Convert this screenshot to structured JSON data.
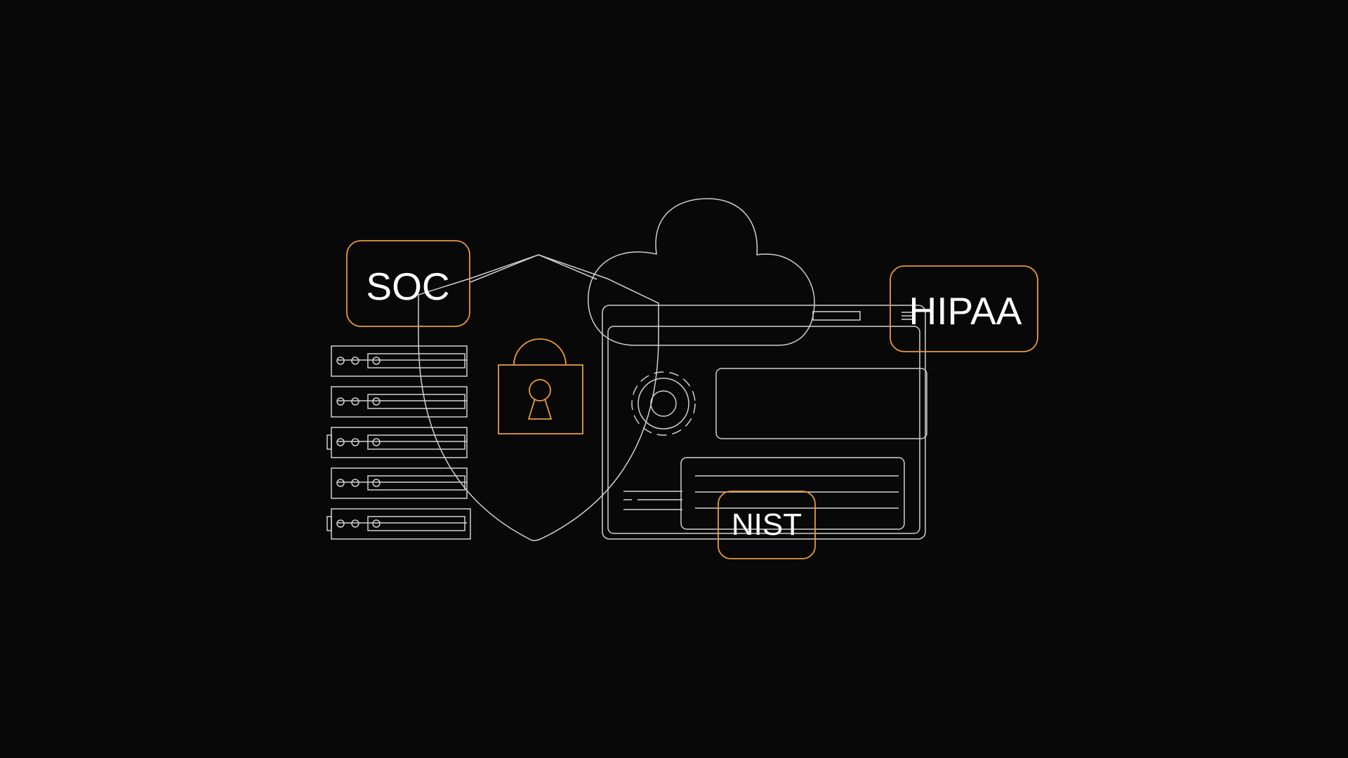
{
  "scene": {
    "background": "#080808",
    "line_color": "#cfcfcf",
    "accent_color": "#e89a3c"
  },
  "badges": {
    "soc": "SOC",
    "hipaa": "HIPAA",
    "nist": "NIST"
  },
  "icons": [
    "server-rack-icon",
    "shield-icon",
    "padlock-icon",
    "cloud-icon",
    "gear-icon",
    "browser-window-icon",
    "document-icon"
  ]
}
